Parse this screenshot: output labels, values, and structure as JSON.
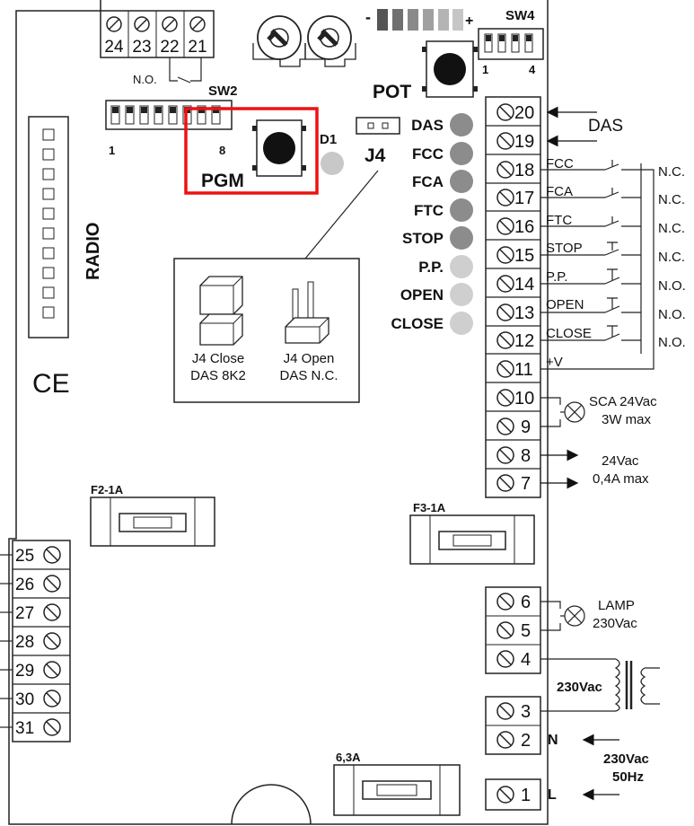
{
  "top_terminals": [
    "24",
    "23",
    "22",
    "21"
  ],
  "top_no_label": "N.O.",
  "sw2": {
    "label": "SW2",
    "start": "1",
    "end": "8"
  },
  "sw4": {
    "label": "SW4",
    "start": "1",
    "end": "4"
  },
  "pot": {
    "label": "POT",
    "minus": "-",
    "plus": "+"
  },
  "pgm_label": "PGM",
  "d1_label": "D1",
  "j4_label": "J4",
  "radio_label": "RADIO",
  "ce_mark": "CE",
  "leds": [
    {
      "label": "DAS",
      "color": "#8c8c8c"
    },
    {
      "label": "FCC",
      "color": "#8c8c8c"
    },
    {
      "label": "FCA",
      "color": "#8c8c8c"
    },
    {
      "label": "FTC",
      "color": "#8c8c8c"
    },
    {
      "label": "STOP",
      "color": "#8c8c8c"
    },
    {
      "label": "P.P.",
      "color": "#cfcfcf"
    },
    {
      "label": "OPEN",
      "color": "#cfcfcf"
    },
    {
      "label": "CLOSE",
      "color": "#cfcfcf"
    }
  ],
  "j4_box": {
    "close_line1": "J4 Close",
    "close_line2": "DAS 8K2",
    "open_line1": "J4 Open",
    "open_line2": "DAS N.C."
  },
  "right_terminals": [
    "20",
    "19",
    "18",
    "17",
    "16",
    "15",
    "14",
    "13",
    "12",
    "11",
    "10",
    "9",
    "8",
    "7"
  ],
  "das_label": "DAS",
  "contacts": [
    {
      "name": "FCC",
      "type": "N.C."
    },
    {
      "name": "FCA",
      "type": "N.C."
    },
    {
      "name": "FTC",
      "type": "N.C."
    },
    {
      "name": "STOP",
      "type": "N.C."
    },
    {
      "name": "P.P.",
      "type": "N.O."
    },
    {
      "name": "OPEN",
      "type": "N.O."
    },
    {
      "name": "CLOSE",
      "type": "N.O."
    }
  ],
  "plus_v": "+V",
  "sca": {
    "line1": "SCA 24Vac",
    "line2": "3W max"
  },
  "out24": {
    "line1": "24Vac",
    "line2": "0,4A max"
  },
  "fuses": {
    "f2": "F2-1A",
    "f3": "F3-1A",
    "f63": "6,3A"
  },
  "left_terminals": [
    "25",
    "26",
    "27",
    "28",
    "29",
    "30",
    "31"
  ],
  "power_terminals": [
    "6",
    "5",
    "4",
    "3",
    "2",
    "1"
  ],
  "lamp": {
    "line1": "LAMP",
    "line2": "230Vac"
  },
  "transformer_label": "230Vac",
  "mains": {
    "n": "N",
    "l": "L",
    "line1": "230Vac",
    "line2": "50Hz"
  }
}
